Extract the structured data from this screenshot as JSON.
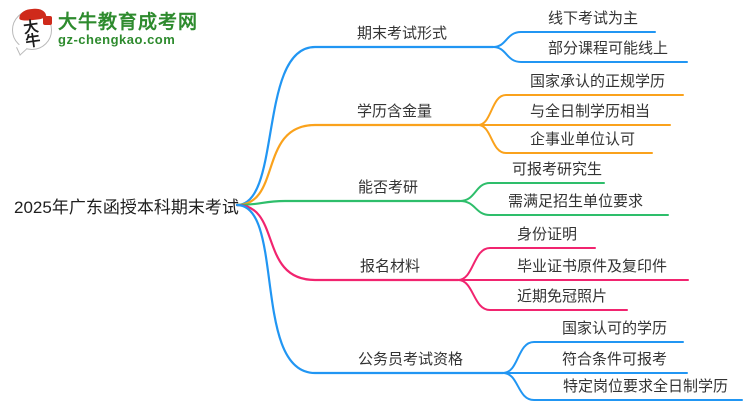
{
  "logo": {
    "icon_text_top": "大",
    "icon_text_bottom": "牛",
    "site_name": "大牛教育成考网",
    "site_domain": "gz-chengkao.com"
  },
  "colors": {
    "blue": "#2196F3",
    "orange": "#FAA21C",
    "green": "#2EBE6B",
    "pink": "#F1246F",
    "brand_green": "#2E8B2E",
    "seal_red": "#CF2A1B",
    "text": "#333333"
  },
  "chart_data": {
    "type": "mindmap",
    "central_topic": "2025年广东函授本科期末考试",
    "branches": [
      {
        "label": "期末考试形式",
        "color": "#2196F3",
        "children": [
          "线下考试为主",
          "部分课程可能线上"
        ]
      },
      {
        "label": "学历含金量",
        "color": "#FAA21C",
        "children": [
          "国家承认的正规学历",
          "与全日制学历相当",
          "企事业单位认可"
        ]
      },
      {
        "label": "能否考研",
        "color": "#2EBE6B",
        "children": [
          "可报考研究生",
          "需满足招生单位要求"
        ]
      },
      {
        "label": "报名材料",
        "color": "#F1246F",
        "children": [
          "身份证明",
          "毕业证书原件及复印件",
          "近期免冠照片"
        ]
      },
      {
        "label": "公务员考试资格",
        "color": "#2196F3",
        "children": [
          "国家认可的学历",
          "符合条件可报考",
          "特定岗位要求全日制学历"
        ]
      }
    ]
  }
}
